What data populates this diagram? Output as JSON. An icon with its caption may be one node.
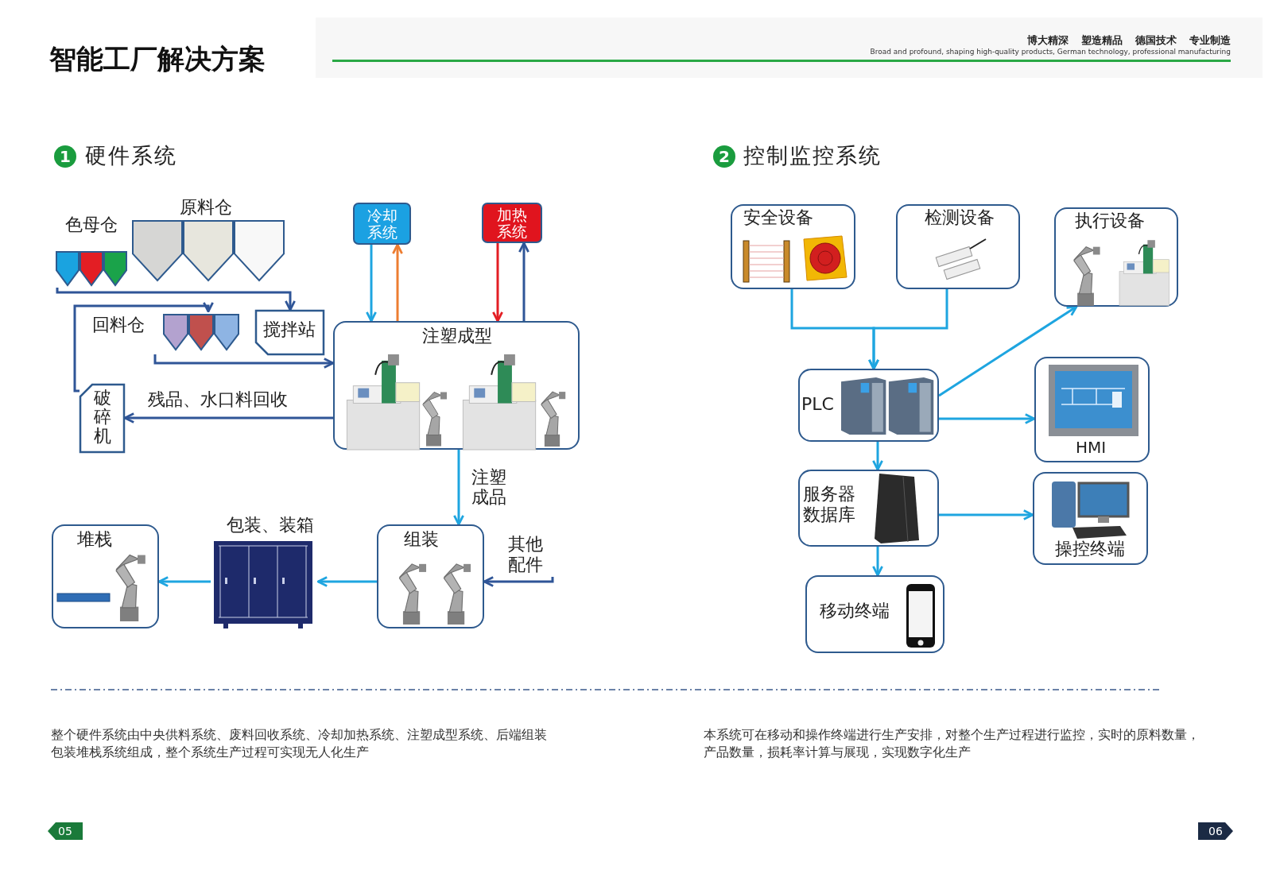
{
  "diagram": {
    "title": "智能工厂解决方案",
    "nodes": [
      {
        "text": [
          "色母仓"
        ]
      },
      {
        "text": [
          "原料仓"
        ]
      },
      {
        "text": [
          "回料仓"
        ]
      },
      {
        "text": [
          "搅拌站"
        ]
      },
      {
        "text": [
          "冷却系统"
        ]
      },
      {
        "text": [
          "加热系统"
        ]
      },
      {
        "text": [
          "注塑成型"
        ]
      },
      {
        "text": [
          "破碎机"
        ]
      },
      {
        "text": [
          "堆栈"
        ]
      },
      {
        "text": [
          "包装、装箱"
        ]
      },
      {
        "text": [
          "组装"
        ]
      },
      {
        "text": [
          "其他配件"
        ]
      },
      {
        "text": [
          "安全设备"
        ]
      },
      {
        "text": [
          "检测设备"
        ]
      },
      {
        "text": [
          "执行设备"
        ]
      },
      {
        "text": [
          "PLC"
        ]
      },
      {
        "text": [
          "HMI"
        ]
      },
      {
        "text": [
          "服务器数据库"
        ]
      },
      {
        "text": [
          "操控终端"
        ]
      },
      {
        "text": [
          "移动终端"
        ]
      }
    ],
    "edges": [
      {
        "from": 0,
        "to": 3,
        "arrow": "to",
        "color": "#2f5597"
      },
      {
        "from": 7,
        "to": 2,
        "arrow": "to",
        "color": "#2f5597"
      },
      {
        "from": 2,
        "to": 6,
        "arrow": "to",
        "color": "#2f5597"
      },
      {
        "from": 4,
        "to": 6,
        "arrow": "to"
      },
      {
        "from": 6,
        "to": 4,
        "arrow": "to",
        "color": "#ed7d31"
      },
      {
        "from": 5,
        "to": 6,
        "arrow": "to",
        "color": "#e31e24"
      },
      {
        "from": 6,
        "to": 5,
        "arrow": "to",
        "color": "#2f5597"
      },
      {
        "from": 6,
        "to": 7,
        "arrow": "to",
        "label": "残品、水口料回收",
        "color": "#2f5597"
      },
      {
        "from": 6,
        "to": 10,
        "arrow": "to",
        "label": "注塑成品"
      },
      {
        "from": 11,
        "to": 10,
        "arrow": "to",
        "color": "#2f5597"
      },
      {
        "from": 10,
        "to": 9,
        "arrow": "to"
      },
      {
        "from": 9,
        "to": 8,
        "arrow": "to"
      },
      {
        "from": 12,
        "to": 15,
        "arrow": "to"
      },
      {
        "from": 13,
        "to": 15,
        "arrow": "to"
      },
      {
        "from": 15,
        "to": 14,
        "arrow": "to"
      },
      {
        "from": 15,
        "to": 16,
        "arrow": "to"
      },
      {
        "from": 15,
        "to": 17,
        "arrow": "to"
      },
      {
        "from": 17,
        "to": 18,
        "arrow": "to"
      },
      {
        "from": 17,
        "to": 19,
        "arrow": "to"
      }
    ],
    "labels": [
      "博大精深",
      "塑造精品",
      "德国技术",
      "专业制造",
      "Broad and profound, shaping high-quality products, German technology, professional manufacturing",
      "1",
      "硬件系统",
      "2",
      "控制监控系统",
      "整个硬件系统由中央供料系统、废料回收系统、冷却加热系统、注塑成型系统、后端组装包装堆栈系统组成，整个系统生产过程可实现无人化生产",
      "本系统可在移动和操作终端进行生产安排，对整个生产过程进行监控，实时的原料数量，产品数量，损耗率计算与展现，实现数字化生产",
      "05",
      "06"
    ]
  }
}
